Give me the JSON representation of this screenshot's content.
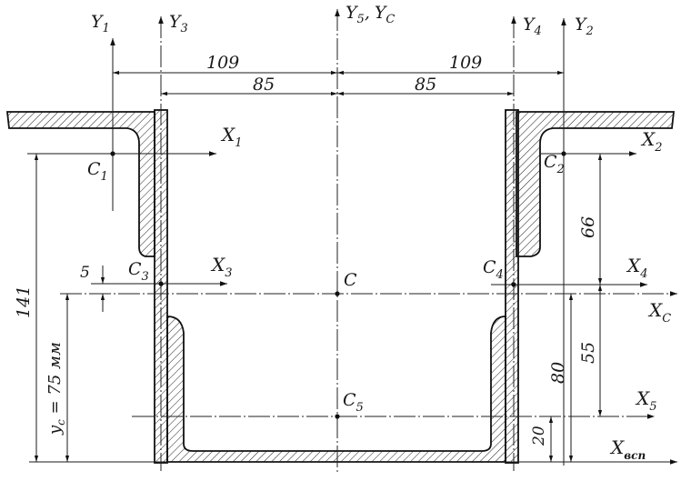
{
  "diagram": {
    "axes": {
      "y1": "Y",
      "y1_sub": "1",
      "y3": "Y",
      "y3_sub": "3",
      "y5": "Y",
      "y5_sub": "5",
      "yc": "Y",
      "yc_sub": "C",
      "y5_yc_sep": ",",
      "y4": "Y",
      "y4_sub": "4",
      "y2": "Y",
      "y2_sub": "2",
      "x1": "X",
      "x1_sub": "1",
      "x2": "X",
      "x2_sub": "2",
      "x3": "X",
      "x3_sub": "3",
      "x4": "X",
      "x4_sub": "4",
      "xc": "X",
      "xc_sub": "C",
      "x5": "X",
      "x5_sub": "5",
      "xvsp": "X",
      "xvsp_sub": "всп"
    },
    "points": {
      "c1": "C",
      "c1_sub": "1",
      "c2": "C",
      "c2_sub": "2",
      "c3": "C",
      "c3_sub": "3",
      "c4": "C",
      "c4_sub": "4",
      "c": "C",
      "c5": "C",
      "c5_sub": "5"
    },
    "dimensions": {
      "left_109": "109",
      "right_109": "109",
      "left_85": "85",
      "right_85": "85",
      "d141": "141",
      "yc_label": "y",
      "yc_label_sub": "c",
      "yc_value": " = 75 мм",
      "d5": "5",
      "d66": "66",
      "d55": "55",
      "d80": "80",
      "d20": "20"
    }
  }
}
